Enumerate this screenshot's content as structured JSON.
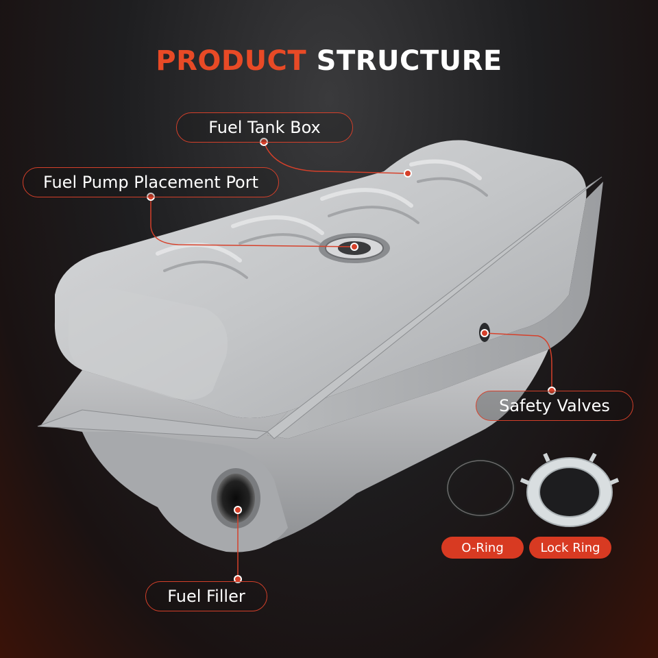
{
  "title": {
    "accent": "PRODUCT",
    "rest": " STRUCTURE"
  },
  "callouts": {
    "fuel_tank_box": "Fuel Tank Box",
    "fuel_pump_port": "Fuel Pump Placement Port",
    "safety_valves": "Safety Valves",
    "fuel_filler": "Fuel Filler"
  },
  "accessories": {
    "o_ring": "O-Ring",
    "lock_ring": "Lock Ring"
  },
  "colors": {
    "accent": "#e84a26",
    "pill": "#d83a22",
    "line": "#d6402a"
  }
}
